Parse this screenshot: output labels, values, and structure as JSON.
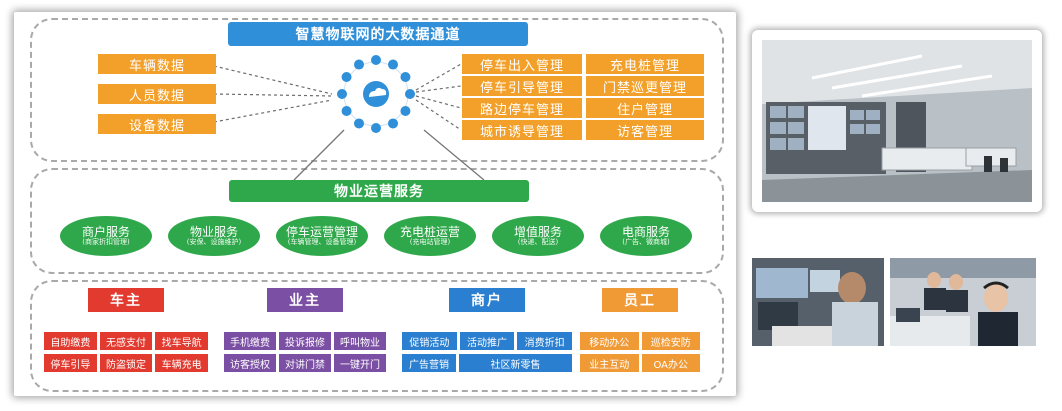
{
  "colors": {
    "orange": "#f3a02a",
    "blue": "#2f8fd8",
    "green": "#2ea84a",
    "red": "#e23a2f",
    "purple": "#7b4fa3",
    "merchant_blue": "#2b7fd0",
    "staff_orange": "#f09a36"
  },
  "top": {
    "title": "智慧物联网的大数据通道",
    "left_items": [
      "车辆数据",
      "人员数据",
      "设备数据"
    ],
    "right_items": [
      [
        "停车出入管理",
        "充电桩管理"
      ],
      [
        "停车引导管理",
        "门禁巡更管理"
      ],
      [
        "路边停车管理",
        "住户管理"
      ],
      [
        "城市诱导管理",
        "访客管理"
      ]
    ],
    "hub_icon": "cloud-hub-icon"
  },
  "middle": {
    "title": "物业运营服务",
    "services": [
      {
        "name": "商户服务",
        "sub": "(商家折扣管理)"
      },
      {
        "name": "物业服务",
        "sub": "(安保、设施维护)"
      },
      {
        "name": "停车运营管理",
        "sub": "(车辆管理、设备管理)"
      },
      {
        "name": "充电桩运营",
        "sub": "(充电站管理)"
      },
      {
        "name": "增值服务",
        "sub": "(快递、配送)"
      },
      {
        "name": "电商服务",
        "sub": "(广告、微商城)"
      }
    ]
  },
  "bottom": {
    "groups": [
      {
        "title": "车主",
        "items": [
          [
            "自助缴费",
            "无感支付",
            "找车导航"
          ],
          [
            "停车引导",
            "防盗锁定",
            "车辆充电"
          ]
        ]
      },
      {
        "title": "业主",
        "items": [
          [
            "手机缴费",
            "投诉报修",
            "呼叫物业"
          ],
          [
            "访客授权",
            "对讲门禁",
            "一键开门"
          ]
        ]
      },
      {
        "title": "商户",
        "items": [
          [
            "促销活动",
            "活动推广",
            "消费折扣"
          ],
          [
            "广告营销",
            "社区新零售"
          ]
        ]
      },
      {
        "title": "员工",
        "items": [
          [
            "移动办公",
            "巡检安防"
          ],
          [
            "业主互动",
            "OA办公"
          ]
        ]
      }
    ]
  },
  "photos": [
    "control-room-photo",
    "operator-photo",
    "call-center-photo"
  ]
}
